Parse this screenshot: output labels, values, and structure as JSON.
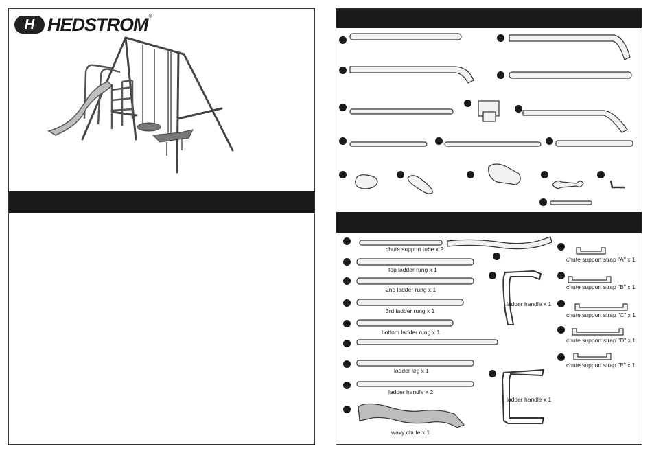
{
  "brand": {
    "name": "HEDSTROM",
    "mark": "H",
    "registered": "®"
  },
  "lists": {
    "small_parts_labels": [
      "chute support tube x 2",
      "top ladder rung  x 1",
      "2nd ladder rung  x 1",
      "3rd ladder rung  x 1",
      "bottom ladder rung  x 1",
      "ladder leg x 1",
      "ladder handle x 2",
      "wavy chute x 1"
    ],
    "handle_labels": [
      "ladder handle x 1",
      "ladder handle x 1"
    ],
    "strap_labels": [
      "chute support strap \"A\" x 1",
      "chute support strap \"B\" x 1",
      "chute support strap \"C\" x 1",
      "chute support strap \"D\" x 1",
      "chute support strap \"E\" x 1"
    ]
  },
  "colors": {
    "bar": "#1a1a1a",
    "line": "#333333",
    "part_fill": "#f2f2f2"
  }
}
